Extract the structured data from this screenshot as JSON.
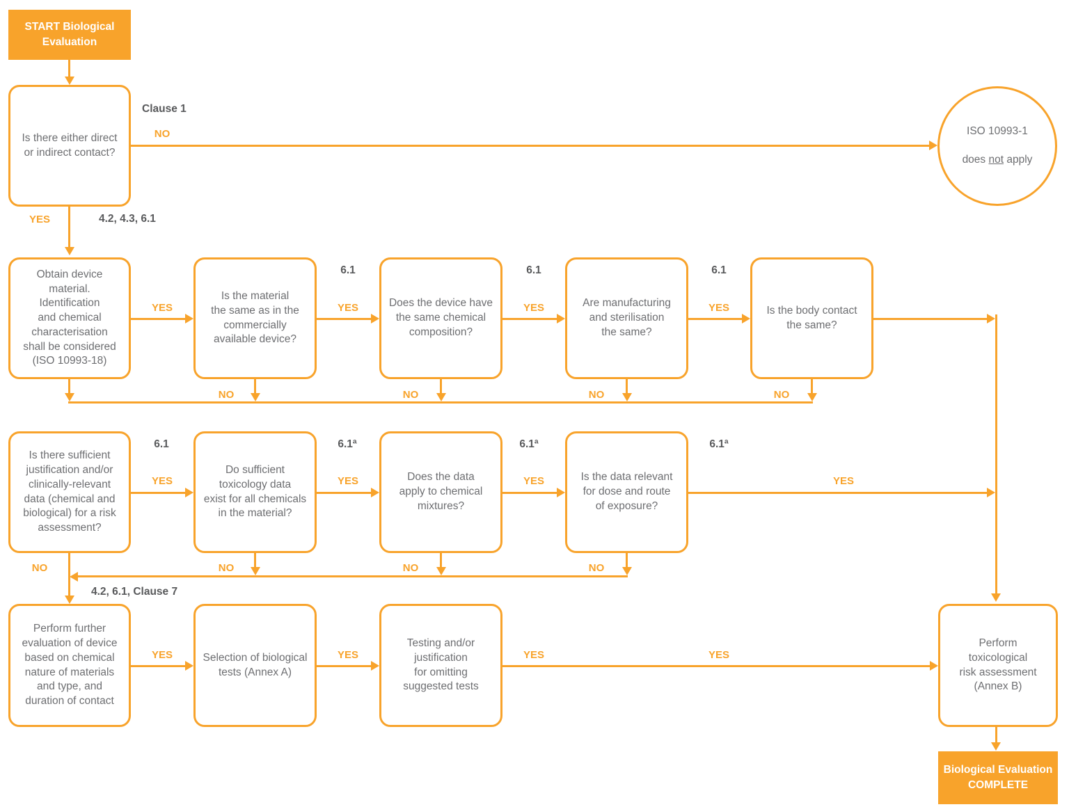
{
  "palette": {
    "orange": "#F8A32B",
    "box_text_gray": "#6D6E71",
    "ref_label_gray": "#58595B",
    "endcap_text": "#FFFFFF"
  },
  "labels": {
    "yes": "YES",
    "no": "NO",
    "clause_1": "Clause 1",
    "ref_start": "4.2, 4.3, 6.1",
    "ref_61": "6.1",
    "ref_61a": "6.1ª",
    "ref_further": "4.2, 6.1, Clause 7"
  },
  "nodes": {
    "start": {
      "text": "START Biological\nEvaluation"
    },
    "contact": {
      "text": "Is there either direct\nor indirect contact?"
    },
    "iso_not_apply": {
      "line1": "ISO 10993-1",
      "line2_pre": "does ",
      "line2_underline": "not",
      "line2_post": " apply"
    },
    "obtain_material": {
      "text": "Obtain device material.\nIdentification\nand chemical\ncharacterisation\nshall be considered\n(ISO 10993-18)"
    },
    "material_same": {
      "text": "Is the material\nthe same as in the\ncommercially\navailable device?"
    },
    "chemical_composition": {
      "text": "Does the device have\nthe same chemical\ncomposition?"
    },
    "manufacturing_sterilisation": {
      "text": "Are manufacturing\nand sterilisation\nthe same?"
    },
    "body_contact": {
      "text": "Is the body contact\nthe same?"
    },
    "sufficient_justification": {
      "text": "Is there sufficient\njustification and/or\nclinically-relevant\ndata (chemical and\nbiological) for a risk\nassessment?"
    },
    "toxicology_data": {
      "text": "Do sufficient\ntoxicology data\nexist for all chemicals\nin the material?"
    },
    "chemical_mixtures": {
      "text": "Does the data\napply to chemical\nmixtures?"
    },
    "dose_route": {
      "text": "Is the data relevant\nfor dose and route\nof exposure?"
    },
    "further_evaluation": {
      "text": "Perform further\nevaluation of device\nbased on chemical\nnature of materials\nand type, and\nduration of contact"
    },
    "biological_tests": {
      "text": "Selection of biological\ntests (Annex A)"
    },
    "testing_justification": {
      "text": "Testing and/or\njustification\nfor omitting\nsuggested tests"
    },
    "toxicological_risk": {
      "text": "Perform\ntoxicological\nrisk assessment\n(Annex B)"
    },
    "complete": {
      "text": "Biological Evaluation\nCOMPLETE"
    }
  }
}
